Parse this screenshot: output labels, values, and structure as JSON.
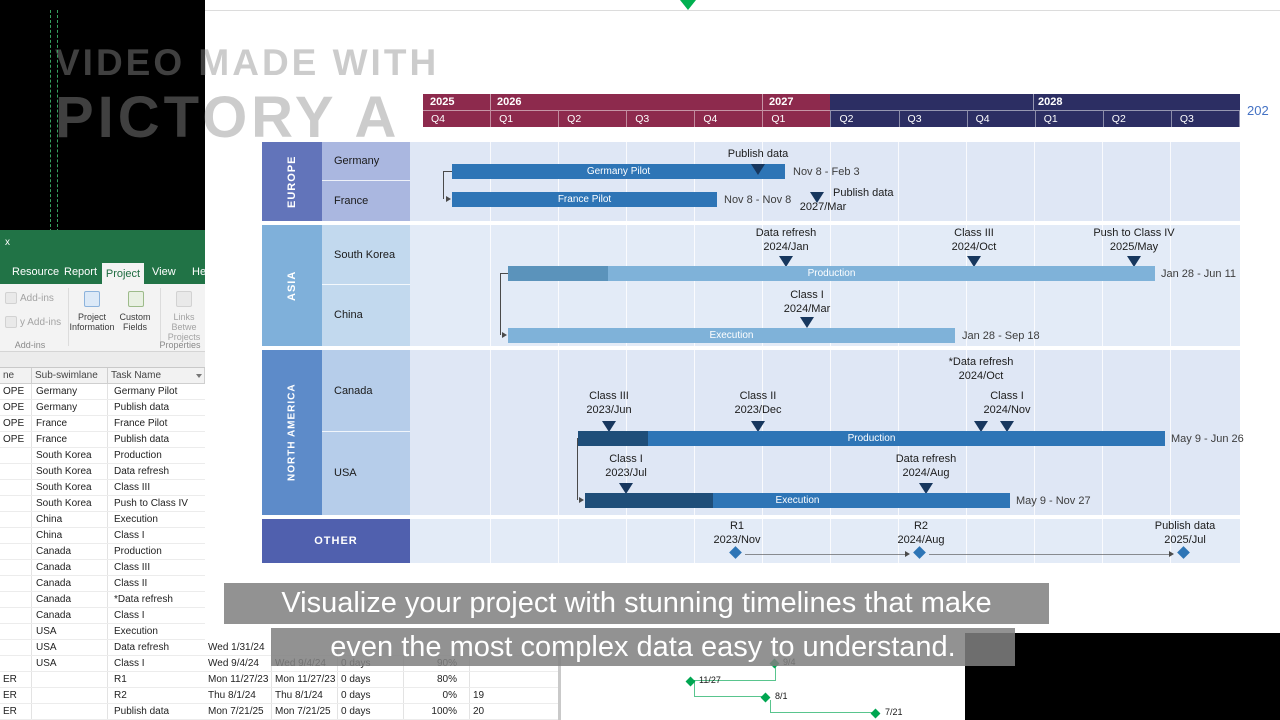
{
  "watermark": {
    "line1": "VIDEO MADE WITH",
    "line2": "PICTORY A"
  },
  "caption": {
    "line1": "Visualize your project with stunning timelines that make",
    "line2": "even the most complex data easy to understand."
  },
  "slide": {
    "next_year_partial": "202",
    "years": [
      "2025",
      "2026",
      "2027",
      "2028"
    ],
    "quarters": [
      "Q4",
      "Q1",
      "Q2",
      "Q3",
      "Q4",
      "Q1",
      "Q2",
      "Q3",
      "Q4",
      "Q1",
      "Q2",
      "Q3"
    ],
    "colors": {
      "timeline_past": "#8d2a4d",
      "timeline_future": "#2c2e63",
      "bar_blue": "#2e75b6",
      "bar_blue_dark": "#1f4e79",
      "bar_light": "#7fb2d9",
      "milestone_navy": "#17375e"
    },
    "europe": {
      "label": "EUROPE",
      "germany_label": "Germany",
      "france_label": "France",
      "germany_bar": "Germany Pilot",
      "germany_bar_date": "Nov 8 - Feb 3",
      "germany_ms": "Publish data",
      "france_bar": "France Pilot",
      "france_bar_date": "Nov 8 - Nov 8",
      "france_ms": "Publish data",
      "france_ms_date": "2027/Mar"
    },
    "asia": {
      "label": "ASIA",
      "south_korea_label": "South Korea",
      "china_label": "China",
      "sk_bar": "Production",
      "sk_bar_date": "Jan 28 - Jun 11",
      "sk_ms1": "Data refresh",
      "sk_ms1_date": "2024/Jan",
      "sk_ms2": "Class III",
      "sk_ms2_date": "2024/Oct",
      "sk_ms3": "Push to Class IV",
      "sk_ms3_date": "2025/May",
      "cn_bar": "Execution",
      "cn_bar_date": "Jan 28 - Sep 18",
      "cn_ms1": "Class I",
      "cn_ms1_date": "2024/Mar"
    },
    "north_america": {
      "label": "NORTH AMERICA",
      "canada_label": "Canada",
      "usa_label": "USA",
      "ca_bar": "Production",
      "ca_bar_date": "May 9 - Jun 26",
      "ca_ms1": "Class III",
      "ca_ms1_date": "2023/Jun",
      "ca_ms2": "Class II",
      "ca_ms2_date": "2023/Dec",
      "ca_ms3": "*Data refresh",
      "ca_ms3_date": "2024/Oct",
      "ca_ms4": "Class I",
      "ca_ms4_date": "2024/Nov",
      "us_bar": "Execution",
      "us_bar_date": "May 9 - Nov 27",
      "us_ms1": "Class I",
      "us_ms1_date": "2023/Jul",
      "us_ms2": "Data refresh",
      "us_ms2_date": "2024/Aug"
    },
    "other": {
      "label": "OTHER",
      "ms1": "R1",
      "ms1_date": "2023/Nov",
      "ms2": "R2",
      "ms2_date": "2024/Aug",
      "ms3": "Publish data",
      "ms3_date": "2025/Jul"
    }
  },
  "project": {
    "window_glyph": "x",
    "tabs": [
      "Resource",
      "Report",
      "Project",
      "View",
      "He"
    ],
    "ribbon": {
      "addin1": "Add-ins",
      "addin2": "y Add-ins",
      "addins_group": "Add-ins",
      "proj_info_l1": "Project",
      "proj_info_l2": "Information",
      "custom_fields_l1": "Custom",
      "custom_fields_l2": "Fields",
      "links_l1": "Links Betwe",
      "links_l2": "Projects",
      "properties_group": "Properties"
    },
    "table": {
      "headers": [
        "ne",
        "Sub-swimlane",
        "Task Name"
      ],
      "rows": [
        {
          "sw": "OPE",
          "sub": "Germany",
          "task": "Germany Pilot"
        },
        {
          "sw": "OPE",
          "sub": "Germany",
          "task": "Publish data"
        },
        {
          "sw": "OPE",
          "sub": "France",
          "task": "France Pilot"
        },
        {
          "sw": "OPE",
          "sub": "France",
          "task": "Publish data"
        },
        {
          "sw": "",
          "sub": "South Korea",
          "task": "Production"
        },
        {
          "sw": "",
          "sub": "South Korea",
          "task": "Data refresh"
        },
        {
          "sw": "",
          "sub": "South Korea",
          "task": "Class III"
        },
        {
          "sw": "",
          "sub": "South Korea",
          "task": "Push to Class IV"
        },
        {
          "sw": "",
          "sub": "China",
          "task": "Execution"
        },
        {
          "sw": "",
          "sub": "China",
          "task": "Class I"
        },
        {
          "sw": "",
          "sub": "Canada",
          "task": "Production"
        },
        {
          "sw": "",
          "sub": "Canada",
          "task": "Class III"
        },
        {
          "sw": "",
          "sub": "Canada",
          "task": "Class II"
        },
        {
          "sw": "",
          "sub": "Canada",
          "task": "*Data refresh"
        },
        {
          "sw": "",
          "sub": "Canada",
          "task": "Class I"
        },
        {
          "sw": "",
          "sub": "USA",
          "task": "Execution"
        },
        {
          "sw": "",
          "sub": "USA",
          "task": "Data refresh"
        },
        {
          "sw": "",
          "sub": "USA",
          "task": "Class I"
        },
        {
          "sw": "ER",
          "sub": "",
          "task": "R1"
        },
        {
          "sw": "ER",
          "sub": "",
          "task": "R2"
        },
        {
          "sw": "ER",
          "sub": "",
          "task": "Publish data"
        }
      ]
    },
    "details": [
      {
        "start": "Wed 1/31/24",
        "finish": "",
        "dur": "",
        "pct": "",
        "num": ""
      },
      {
        "start": "Wed 9/4/24",
        "finish": "Wed 9/4/24",
        "dur": "0 days",
        "pct": "90%",
        "num": ""
      },
      {
        "start": "Mon 11/27/23",
        "finish": "Mon 11/27/23",
        "dur": "0 days",
        "pct": "80%",
        "num": ""
      },
      {
        "start": "Thu 8/1/24",
        "finish": "Thu 8/1/24",
        "dur": "0 days",
        "pct": "0%",
        "num": "19"
      },
      {
        "start": "Mon 7/21/25",
        "finish": "Mon 7/21/25",
        "dur": "0 days",
        "pct": "100%",
        "num": "20"
      }
    ],
    "gantt_milestones": [
      "9/4",
      "11/27",
      "8/1",
      "7/21"
    ]
  }
}
